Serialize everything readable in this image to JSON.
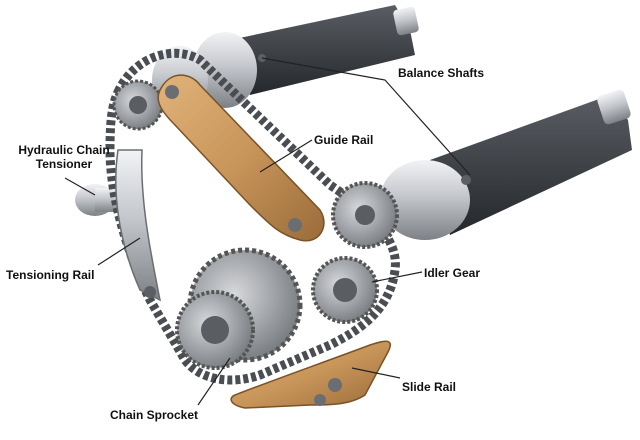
{
  "diagram": {
    "labels": {
      "balance_shafts": "Balance Shafts",
      "guide_rail": "Guide Rail",
      "hydraulic_line1": "Hydraulic Chain",
      "hydraulic_line2": "Tensioner",
      "tensioning_rail": "Tensioning Rail",
      "idler_gear": "Idler Gear",
      "slide_rail": "Slide Rail",
      "chain_sprocket": "Chain Sprocket"
    },
    "colors": {
      "rail_bronze": "#c8955a",
      "shaft_dark": "#3a3d42",
      "shaft_silver": "#c8cbcf",
      "gear_gray": "#8e9297",
      "chain": "#4a4d52",
      "leader": "#222222"
    }
  }
}
